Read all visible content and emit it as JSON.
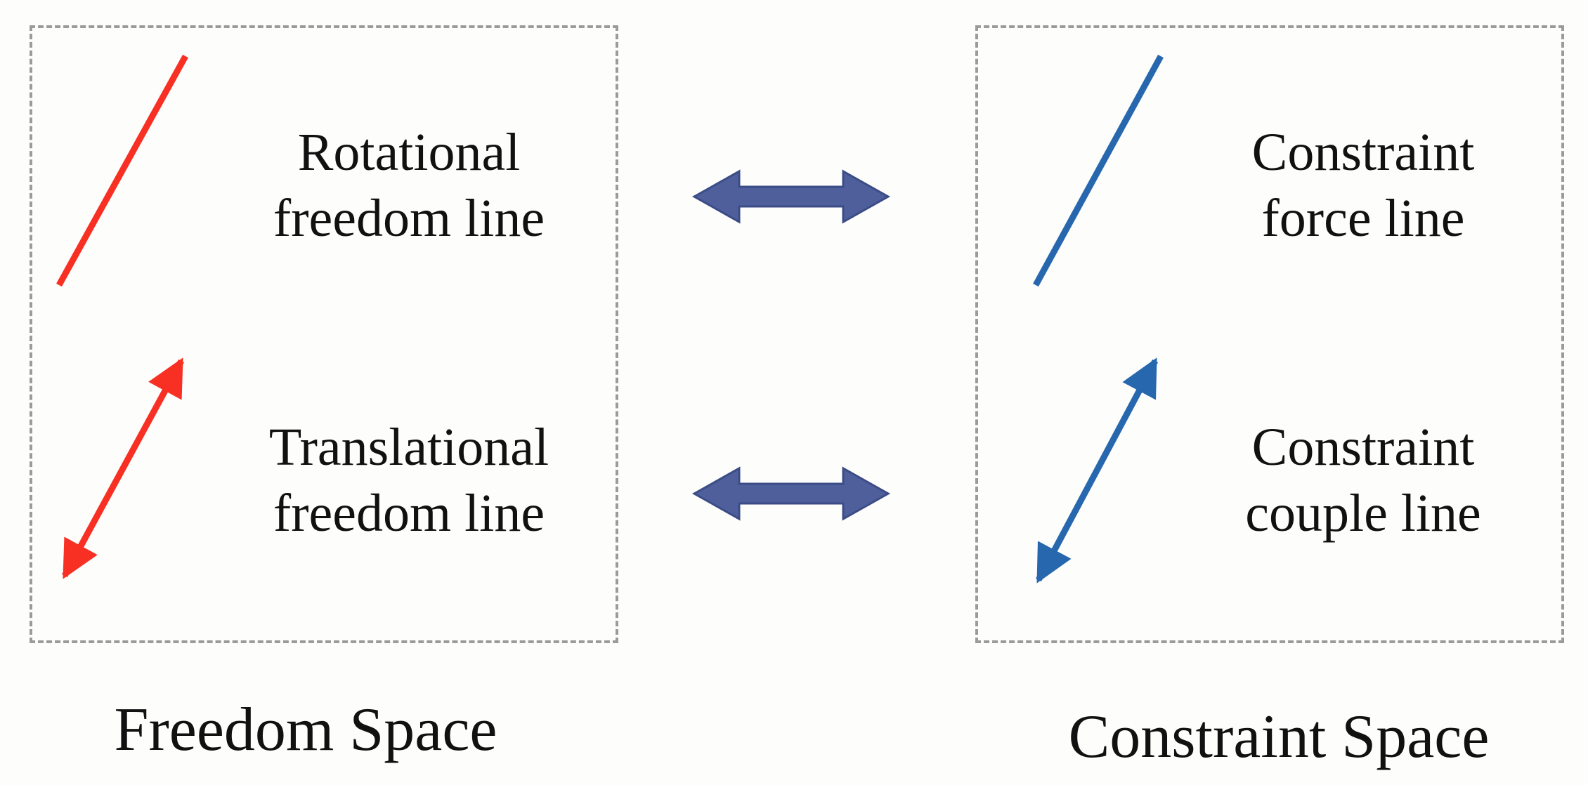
{
  "freedom_space": {
    "title": "Freedom Space",
    "rotational_label": [
      "Rotational",
      "freedom line"
    ],
    "translational_label": [
      "Translational",
      "freedom line"
    ],
    "color": "#f83024"
  },
  "constraint_space": {
    "title": "Constraint Space",
    "force_label": [
      "Constraint",
      "force line"
    ],
    "couple_label": [
      "Constraint",
      "couple line"
    ],
    "color": "#2767ad"
  },
  "connector": {
    "color": "#4e5f9c",
    "icon": "double-arrow-icon"
  }
}
